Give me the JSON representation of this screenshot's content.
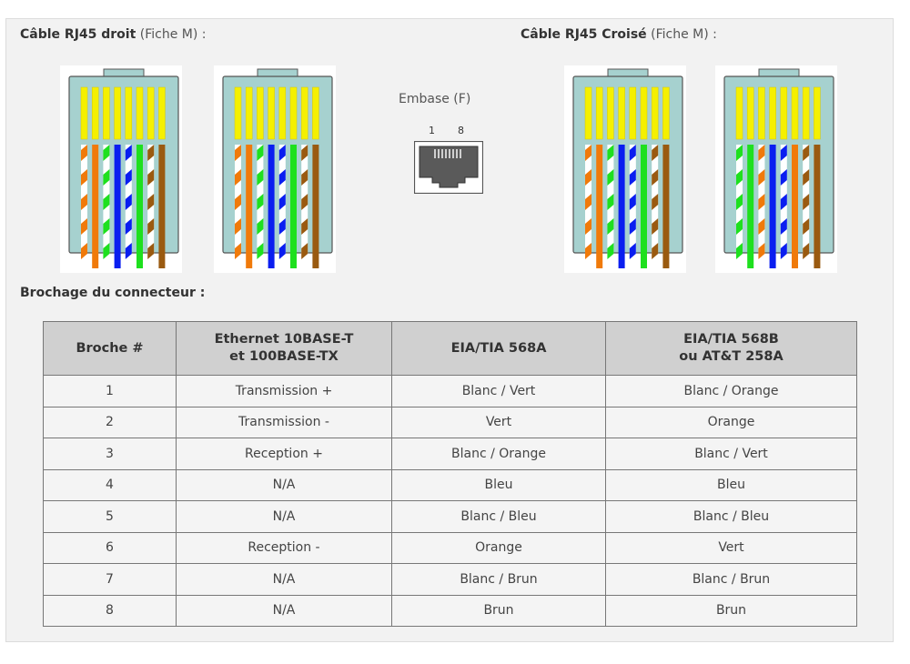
{
  "titles": {
    "straight_bold": "Câble RJ45 droit",
    "straight_light": "(Fiche M) :",
    "crossed_bold": "Câble RJ45 Croisé",
    "crossed_light": "(Fiche M) :",
    "embase": "Embase (F)",
    "embase_pin_first": "1",
    "embase_pin_last": "8",
    "pinout": "Brochage du connecteur :"
  },
  "colors": {
    "white": "#ffffff",
    "orange": "#f07a0a",
    "green": "#1ee01e",
    "blue": "#0a1ef0",
    "brown": "#9a5a10",
    "contact": "#f5f000",
    "plug_body": "#a6d1cf",
    "plug_border": "#555555"
  },
  "connectors": [
    {
      "name": "straight-left",
      "wires": [
        "white-orange",
        "orange",
        "white-green",
        "blue",
        "white-blue",
        "green",
        "white-brown",
        "brown"
      ]
    },
    {
      "name": "straight-right",
      "wires": [
        "white-orange",
        "orange",
        "white-green",
        "blue",
        "white-blue",
        "green",
        "white-brown",
        "brown"
      ]
    },
    {
      "name": "crossed-left",
      "wires": [
        "white-orange",
        "orange",
        "white-green",
        "blue",
        "white-blue",
        "green",
        "white-brown",
        "brown"
      ]
    },
    {
      "name": "crossed-right",
      "wires": [
        "white-green",
        "green",
        "white-orange",
        "blue",
        "white-blue",
        "orange",
        "white-brown",
        "brown"
      ]
    }
  ],
  "table": {
    "headers": [
      [
        "Broche #"
      ],
      [
        "Ethernet 10BASE-T",
        "et 100BASE-TX"
      ],
      [
        "EIA/TIA 568A"
      ],
      [
        "EIA/TIA 568B",
        "ou AT&T 258A"
      ]
    ],
    "rows": [
      [
        "1",
        "Transmission +",
        "Blanc / Vert",
        "Blanc / Orange"
      ],
      [
        "2",
        "Transmission -",
        "Vert",
        "Orange"
      ],
      [
        "3",
        "Reception +",
        "Blanc / Orange",
        "Blanc / Vert"
      ],
      [
        "4",
        "N/A",
        "Bleu",
        "Bleu"
      ],
      [
        "5",
        "N/A",
        "Blanc / Bleu",
        "Blanc / Bleu"
      ],
      [
        "6",
        "Reception -",
        "Orange",
        "Vert"
      ],
      [
        "7",
        "N/A",
        "Blanc / Brun",
        "Blanc / Brun"
      ],
      [
        "8",
        "N/A",
        "Brun",
        "Brun"
      ]
    ]
  }
}
